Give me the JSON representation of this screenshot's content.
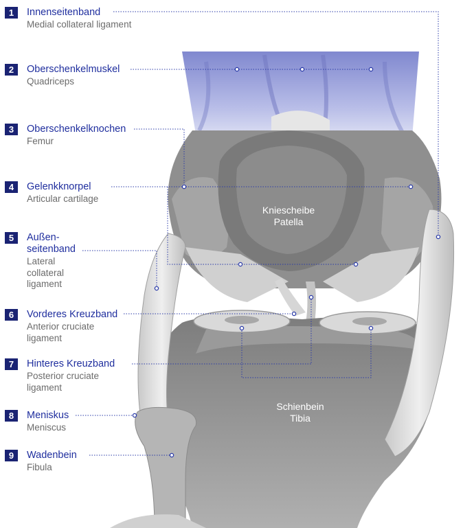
{
  "labels": [
    {
      "num": "1",
      "de": "Innenseitenband",
      "en": "Medial collateral ligament"
    },
    {
      "num": "2",
      "de": "Oberschenkelmuskel",
      "en": "Quadriceps"
    },
    {
      "num": "3",
      "de": "Oberschenkelknochen",
      "en": "Femur"
    },
    {
      "num": "4",
      "de": "Gelenkknorpel",
      "en": "Articular cartilage"
    },
    {
      "num": "5",
      "de": "Außen-\nseitenband",
      "en": "Lateral\ncollateral\nligament"
    },
    {
      "num": "6",
      "de": "Vorderes Kreuzband",
      "en": "Anterior cruciate\nligament"
    },
    {
      "num": "7",
      "de": "Hinteres Kreuzband",
      "en": "Posterior cruciate\nligament"
    },
    {
      "num": "8",
      "de": "Meniskus",
      "en": "Meniscus"
    },
    {
      "num": "9",
      "de": "Wadenbein",
      "en": "Fibula"
    }
  ],
  "patella": {
    "de": "Kniescheibe",
    "en": "Patella"
  },
  "tibia": {
    "de": "Schienbein",
    "en": "Tibia"
  },
  "colors": {
    "accent": "#1f2e9e",
    "badge": "#1a2373",
    "leader": "#2a3aa8",
    "bone": "#8a8a8a",
    "muscle": "#b8bde6"
  }
}
